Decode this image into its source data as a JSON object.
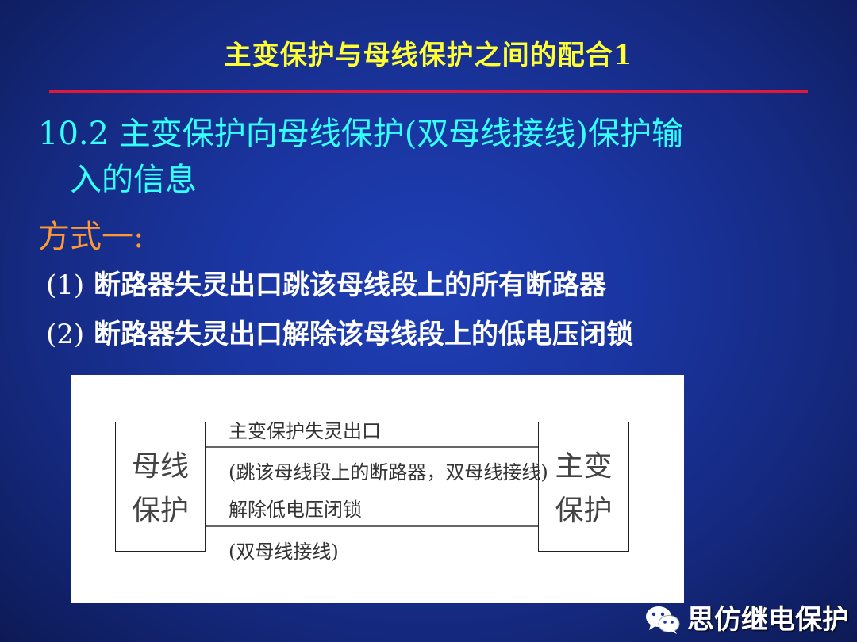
{
  "slide": {
    "title": "主变保护与母线保护之间的配合1",
    "heading_line1": "10.2 主变保护向母线保护(双母线接线)保护输",
    "heading_line2": "入的信息",
    "method_label": "方式一:",
    "items": [
      {
        "num": "(1)",
        "text": "断路器失灵出口跳该母线段上的所有断路器"
      },
      {
        "num": "(2)",
        "text": "断路器失灵出口解除该母线段上的低电压闭锁"
      }
    ]
  },
  "diagram": {
    "left_box": {
      "line1": "母线",
      "line2": "保护"
    },
    "right_box": {
      "line1": "主变",
      "line2": "保护"
    },
    "arrow_top_label": "主变保护失灵出口",
    "arrow_top_note": "(跳该母线段上的断路器，双母线接线)",
    "arrow_bottom_label": "解除低电压闭锁",
    "arrow_bottom_note": "(双母线接线)"
  },
  "watermark": {
    "icon": "wechat-icon",
    "text": "思仿继电保护"
  },
  "colors": {
    "title": "#ffff33",
    "rule": "#e0193a",
    "heading": "#33ffff",
    "method": "#ff9933",
    "items": "#ffffff"
  }
}
